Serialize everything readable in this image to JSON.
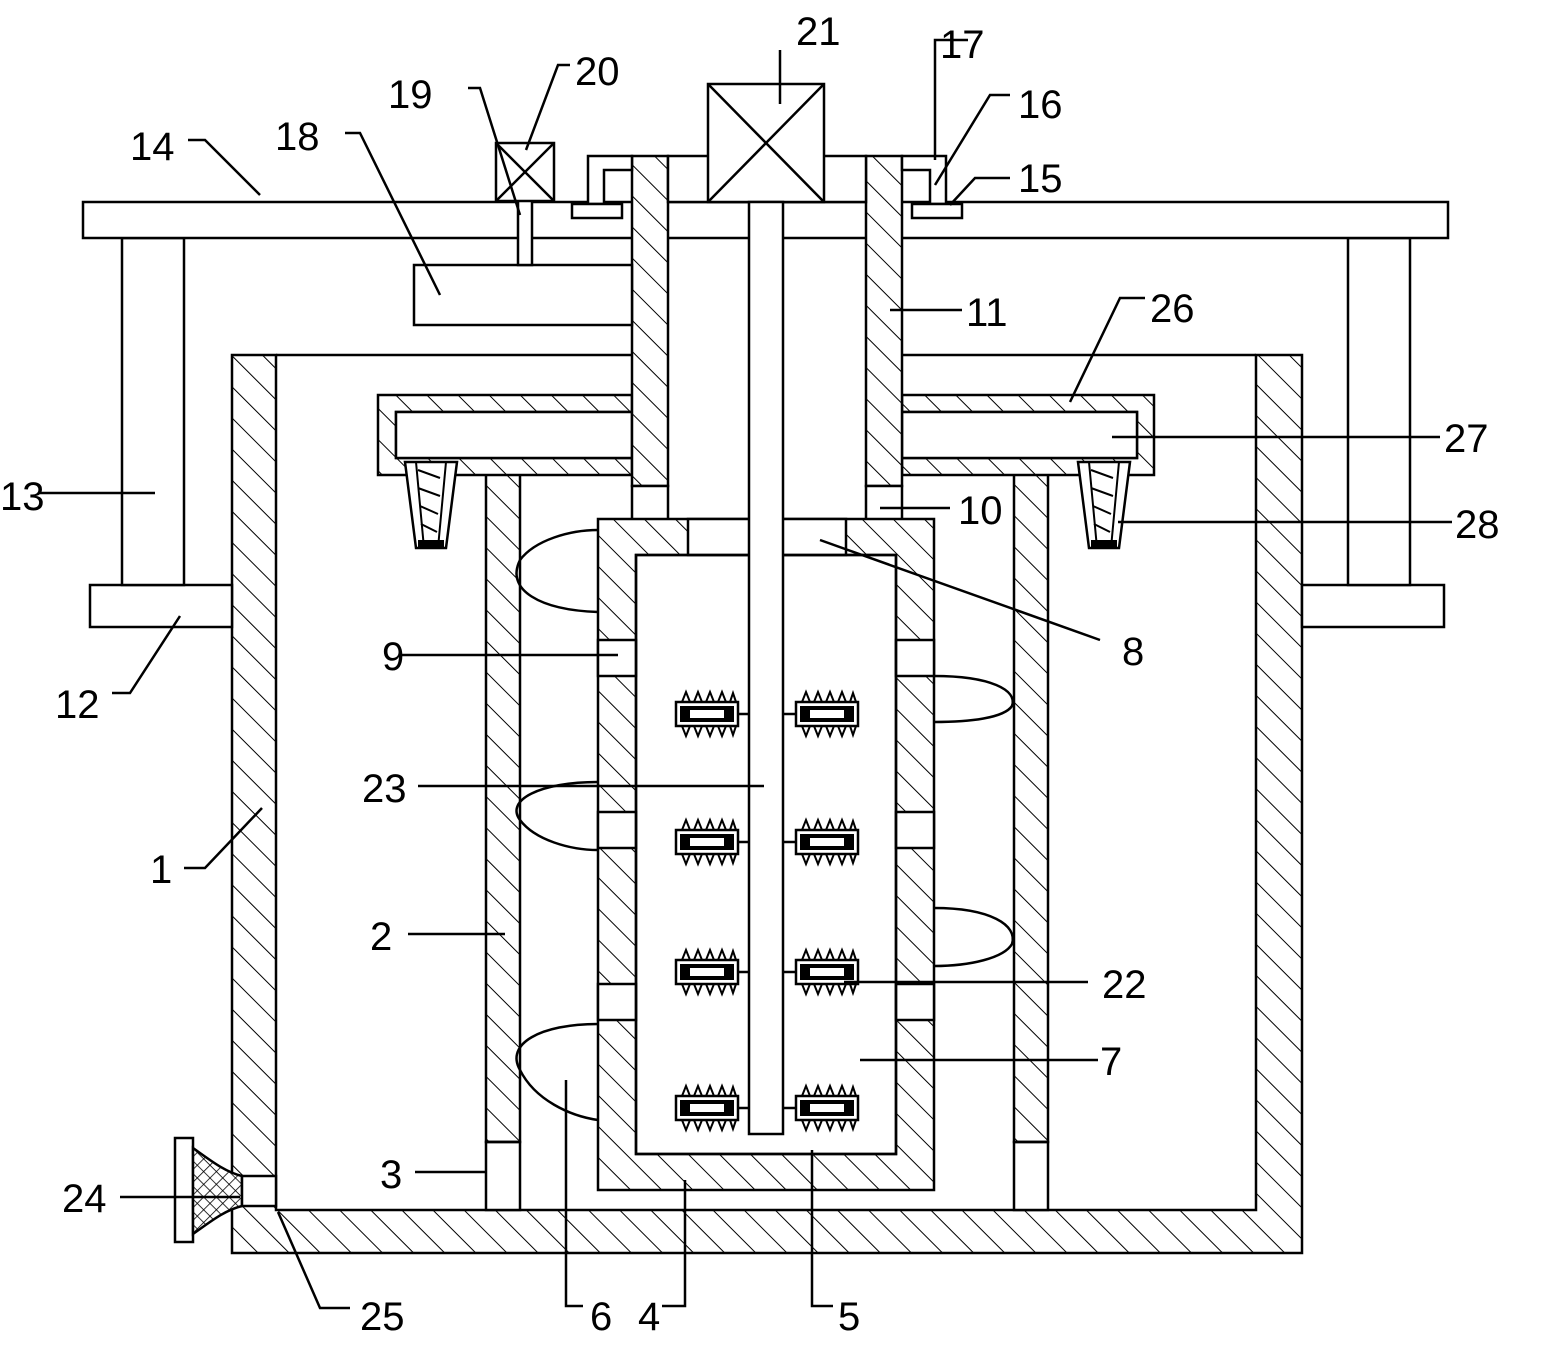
{
  "labels": {
    "n1": "1",
    "n2": "2",
    "n3": "3",
    "n4": "4",
    "n5": "5",
    "n6": "6",
    "n7": "7",
    "n8": "8",
    "n9": "9",
    "n10": "10",
    "n11": "11",
    "n12": "12",
    "n13": "13",
    "n14": "14",
    "n15": "15",
    "n16": "16",
    "n17": "17",
    "n18": "18",
    "n19": "19",
    "n20": "20",
    "n21": "21",
    "n22": "22",
    "n23": "23",
    "n24": "24",
    "n25": "25",
    "n26": "26",
    "n27": "27",
    "n28": "28"
  }
}
